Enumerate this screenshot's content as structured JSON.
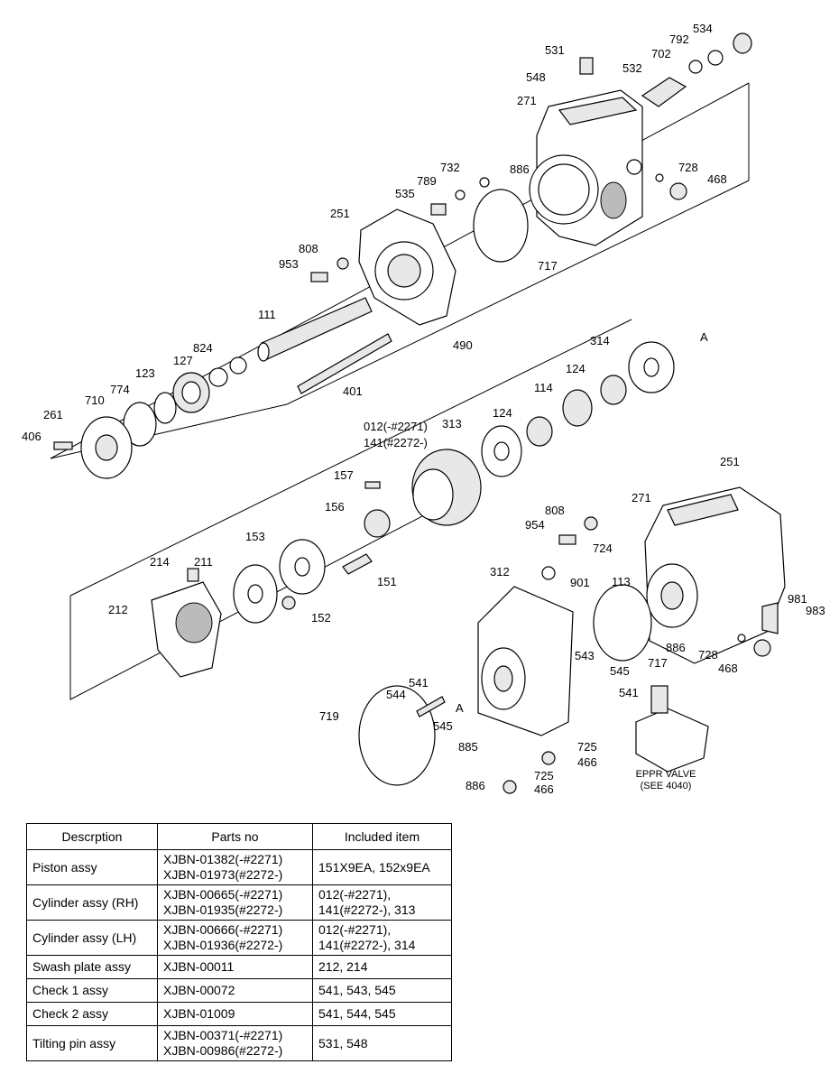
{
  "diagram": {
    "callouts": [
      {
        "id": "534",
        "label": "534"
      },
      {
        "id": "792",
        "label": "792"
      },
      {
        "id": "702",
        "label": "702"
      },
      {
        "id": "531",
        "label": "531"
      },
      {
        "id": "548",
        "label": "548"
      },
      {
        "id": "532",
        "label": "532"
      },
      {
        "id": "271a",
        "label": "271"
      },
      {
        "id": "732",
        "label": "732"
      },
      {
        "id": "886a",
        "label": "886"
      },
      {
        "id": "728a",
        "label": "728"
      },
      {
        "id": "468a",
        "label": "468"
      },
      {
        "id": "789",
        "label": "789"
      },
      {
        "id": "535",
        "label": "535"
      },
      {
        "id": "251a",
        "label": "251"
      },
      {
        "id": "717a",
        "label": "717"
      },
      {
        "id": "808a",
        "label": "808"
      },
      {
        "id": "953",
        "label": "953"
      },
      {
        "id": "111",
        "label": "111"
      },
      {
        "id": "490",
        "label": "490"
      },
      {
        "id": "824",
        "label": "824"
      },
      {
        "id": "127",
        "label": "127"
      },
      {
        "id": "401",
        "label": "401"
      },
      {
        "id": "123",
        "label": "123"
      },
      {
        "id": "774",
        "label": "774"
      },
      {
        "id": "710",
        "label": "710"
      },
      {
        "id": "261",
        "label": "261"
      },
      {
        "id": "406",
        "label": "406"
      },
      {
        "id": "314",
        "label": "314"
      },
      {
        "id": "A1",
        "label": "A"
      },
      {
        "id": "124a",
        "label": "124"
      },
      {
        "id": "114",
        "label": "114"
      },
      {
        "id": "124b",
        "label": "124"
      },
      {
        "id": "313",
        "label": "313"
      },
      {
        "id": "012",
        "label": "012(-#2271)"
      },
      {
        "id": "141",
        "label": "141(#2272-)"
      },
      {
        "id": "157",
        "label": "157"
      },
      {
        "id": "156",
        "label": "156"
      },
      {
        "id": "153",
        "label": "153"
      },
      {
        "id": "214",
        "label": "214"
      },
      {
        "id": "211",
        "label": "211"
      },
      {
        "id": "151",
        "label": "151"
      },
      {
        "id": "152",
        "label": "152"
      },
      {
        "id": "212",
        "label": "212"
      },
      {
        "id": "251b",
        "label": "251"
      },
      {
        "id": "271b",
        "label": "271"
      },
      {
        "id": "808b",
        "label": "808"
      },
      {
        "id": "954",
        "label": "954"
      },
      {
        "id": "724",
        "label": "724"
      },
      {
        "id": "312",
        "label": "312"
      },
      {
        "id": "901",
        "label": "901"
      },
      {
        "id": "113",
        "label": "113"
      },
      {
        "id": "981",
        "label": "981"
      },
      {
        "id": "983",
        "label": "983"
      },
      {
        "id": "886b",
        "label": "886"
      },
      {
        "id": "728b",
        "label": "728"
      },
      {
        "id": "468b",
        "label": "468"
      },
      {
        "id": "543",
        "label": "543"
      },
      {
        "id": "545a",
        "label": "545"
      },
      {
        "id": "717b",
        "label": "717"
      },
      {
        "id": "541a",
        "label": "541"
      },
      {
        "id": "541b",
        "label": "541"
      },
      {
        "id": "544",
        "label": "544"
      },
      {
        "id": "A2",
        "label": "A"
      },
      {
        "id": "545b",
        "label": "545"
      },
      {
        "id": "719",
        "label": "719"
      },
      {
        "id": "885",
        "label": "885"
      },
      {
        "id": "725a",
        "label": "725"
      },
      {
        "id": "466a",
        "label": "466"
      },
      {
        "id": "886c",
        "label": "886"
      },
      {
        "id": "725b",
        "label": "725"
      },
      {
        "id": "466b",
        "label": "466"
      }
    ],
    "eppr_label_line1": "EPPR VALVE",
    "eppr_label_line2": "(SEE 4040)"
  },
  "table": {
    "headers": {
      "description": "Descrption",
      "parts_no": "Parts no",
      "included": "Included item"
    },
    "rows": [
      {
        "description": "Piston assy",
        "parts_no_1": "XJBN-01382(-#2271)",
        "parts_no_2": "XJBN-01973(#2272-)",
        "included_1": "151X9EA, 152x9EA",
        "included_2": ""
      },
      {
        "description": "Cylinder assy (RH)",
        "parts_no_1": "XJBN-00665(-#2271)",
        "parts_no_2": "XJBN-01935(#2272-)",
        "included_1": "012(-#2271),",
        "included_2": "141(#2272-), 313"
      },
      {
        "description": "Cylinder assy (LH)",
        "parts_no_1": "XJBN-00666(-#2271)",
        "parts_no_2": "XJBN-01936(#2272-)",
        "included_1": "012(-#2271),",
        "included_2": "141(#2272-), 314"
      },
      {
        "description": "Swash plate assy",
        "parts_no_1": "XJBN-00011",
        "parts_no_2": "",
        "included_1": "212, 214",
        "included_2": ""
      },
      {
        "description": "Check 1 assy",
        "parts_no_1": "XJBN-00072",
        "parts_no_2": "",
        "included_1": "541, 543, 545",
        "included_2": ""
      },
      {
        "description": "Check 2 assy",
        "parts_no_1": "XJBN-01009",
        "parts_no_2": "",
        "included_1": "541, 544, 545",
        "included_2": ""
      },
      {
        "description": "Tilting pin assy",
        "parts_no_1": "XJBN-00371(-#2271)",
        "parts_no_2": "XJBN-00986(#2272-)",
        "included_1": "531, 548",
        "included_2": ""
      }
    ]
  }
}
